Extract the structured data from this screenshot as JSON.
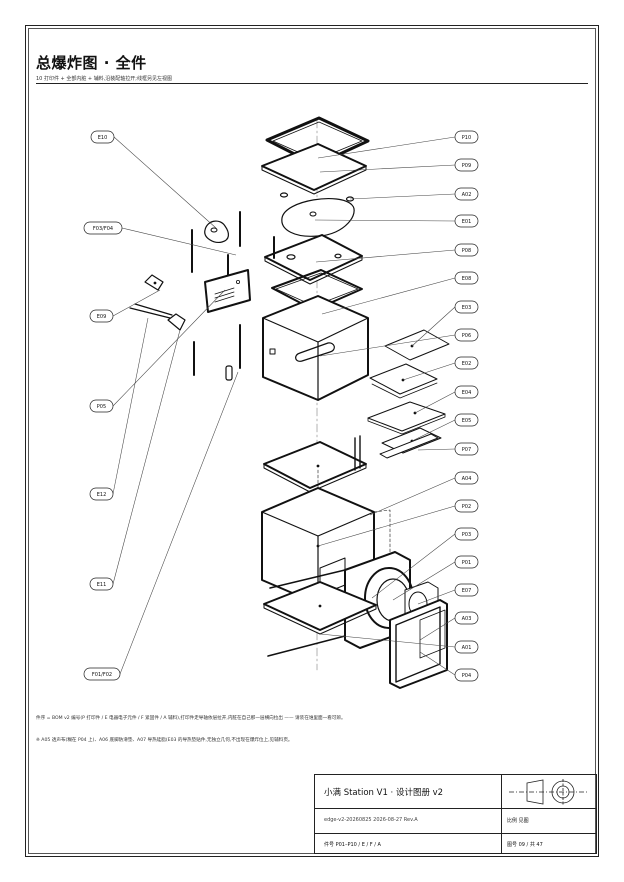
{
  "title": "总爆炸图 ·  全件",
  "subtitle": "10 打印件 + 全部内脏 + 辅料,沿装配轴拉开;线框另见左视图",
  "labels": {
    "E10": "E10",
    "F03F04": "F03/F04",
    "E09": "E09",
    "P05": "P05",
    "E12": "E12",
    "E11": "E11",
    "F01F02": "F01/F02",
    "P10": "P10",
    "P09": "P09",
    "A02": "A02",
    "E01": "E01",
    "P08": "P08",
    "E08": "E08",
    "E03": "E03",
    "P06": "P06",
    "E02": "E02",
    "E04": "E04",
    "E05": "E05",
    "P07": "P07",
    "A04": "A04",
    "P02": "P02",
    "P03": "P03",
    "P01": "P01",
    "E07": "E07",
    "A03": "A03",
    "A01": "A01",
    "P04": "P04"
  },
  "notes": {
    "line1": "件序 = BOM v2 编号(P 打印件 / E 电器电子元件 / F 紧固件 / A 辅料),打印件走导轴依层拉开,内脏在自己那一层横向拉出 —— 请装在谁里面一看可辨。",
    "line2": "※ A05 透声布(糊在 P04 上)、A06 底脚防滑垫、A07 导热硅脂(E03 的导热垫贴件,无独立几何,不出现在爆炸位上,见辅料页。"
  },
  "title_block": {
    "project": "小满 Station V1 ·  设计图册 v2",
    "meta": "edge-v2-20260825    2026-08-27    Rev.A",
    "scale": "比例 见图",
    "parts": "件号 P01–P10 / E / F / A",
    "sheet": "图号 09 / 共 47"
  }
}
